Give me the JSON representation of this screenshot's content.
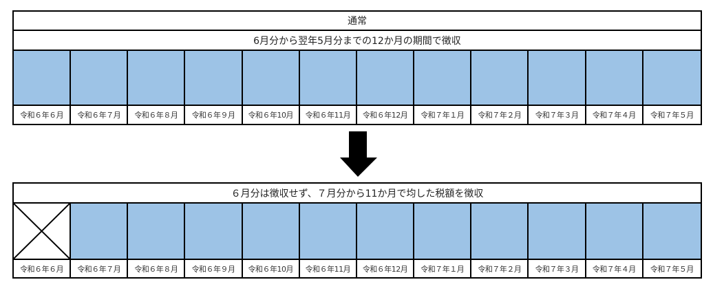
{
  "top": {
    "header": "通常",
    "subheader": "6月分から翌年5月分までの12か月の期間で徴収",
    "months": [
      "令和６年６月",
      "令和６年７月",
      "令和６年８月",
      "令和６年９月",
      "令和６年10月",
      "令和６年11月",
      "令和６年12月",
      "令和７年１月",
      "令和７年２月",
      "令和７年３月",
      "令和７年４月",
      "令和７年５月"
    ]
  },
  "bottom": {
    "header": "６月分は徴収せず、７月分から11か月で均した税額を徴収",
    "months": [
      "令和６年６月",
      "令和６年７月",
      "令和６年８月",
      "令和６年９月",
      "令和６年10月",
      "令和６年11月",
      "令和６年12月",
      "令和７年１月",
      "令和７年２月",
      "令和７年３月",
      "令和７年４月",
      "令和７年５月"
    ]
  },
  "colors": {
    "fill": "#9dc3e6"
  }
}
